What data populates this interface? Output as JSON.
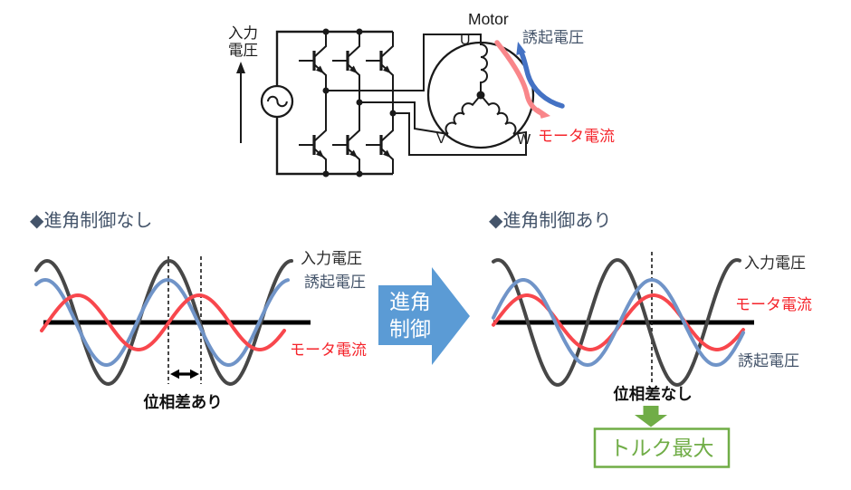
{
  "circuit": {
    "input_voltage_line1": "入力",
    "input_voltage_line2": "電圧",
    "motor_label": "Motor",
    "terminal_u": "U",
    "terminal_v": "V",
    "terminal_w": "W",
    "induced_voltage_label": "誘起電圧",
    "motor_current_label": "モータ電流",
    "induced_voltage_label_color": "#44546A",
    "motor_current_label_color": "#F5242B",
    "induced_arrow_color": "#4472C4",
    "current_arrow_color": "#F9868A"
  },
  "center_arrow": {
    "line1": "進角",
    "line2": "制御",
    "color": "#5B9BD5"
  },
  "result_box": {
    "label": "トルク最大",
    "color": "#70AD47"
  },
  "chart_data": [
    {
      "type": "line",
      "title": "◆進角制御なし",
      "annotation": "位相差あり",
      "axis": {
        "x_start": 48,
        "x_end": 343,
        "y": 356,
        "color": "#000000",
        "stroke_width": 5
      },
      "series": [
        {
          "name": "入力電圧",
          "color": "#474747",
          "label_color": "#2b2b2b",
          "amplitude": 68,
          "period": 135,
          "peak_x": 52,
          "x_start": 40,
          "x_end": 322,
          "width": 4
        },
        {
          "name": "誘起電圧",
          "color": "#7094C8",
          "label_color": "#44546A",
          "amplitude": 47,
          "period": 135,
          "peak_x": 50,
          "x_start": 40,
          "x_end": 318,
          "width": 4
        },
        {
          "name": "モータ電流",
          "color": "#F8474D",
          "label_color": "#F5242B",
          "amplitude": 30,
          "period": 134,
          "peak_x": 86,
          "x_start": 46,
          "x_end": 315,
          "width": 4
        }
      ],
      "dashed_lines": [
        {
          "x": 186,
          "y1": 283,
          "y2": 424
        },
        {
          "x": 222,
          "y1": 283,
          "y2": 424
        }
      ],
      "phase_arrow": {
        "x1": 189,
        "x2": 219,
        "y": 413
      }
    },
    {
      "type": "line",
      "title": "◆進角制御あり",
      "annotation": "位相差なし",
      "axis": {
        "x_start": 545,
        "x_end": 833,
        "y": 356,
        "color": "#000000",
        "stroke_width": 5
      },
      "series": [
        {
          "name": "入力電圧",
          "color": "#474747",
          "label_color": "#2b2b2b",
          "amplitude": 69,
          "period": 132,
          "peak_x": 550,
          "x_start": 545,
          "x_end": 818,
          "width": 4
        },
        {
          "name": "モータ電流",
          "color": "#F8474D",
          "label_color": "#F5242B",
          "amplitude": 30,
          "period": 140,
          "peak_x": 582,
          "x_start": 545,
          "x_end": 821,
          "width": 4
        },
        {
          "name": "誘起電圧",
          "color": "#7094C8",
          "label_color": "#44546A",
          "amplitude": 47,
          "period": 142,
          "peak_x": 578,
          "x_start": 545,
          "x_end": 821,
          "width": 4
        }
      ],
      "dashed_lines": [
        {
          "x": 720,
          "y1": 278,
          "y2": 424
        }
      ]
    }
  ]
}
